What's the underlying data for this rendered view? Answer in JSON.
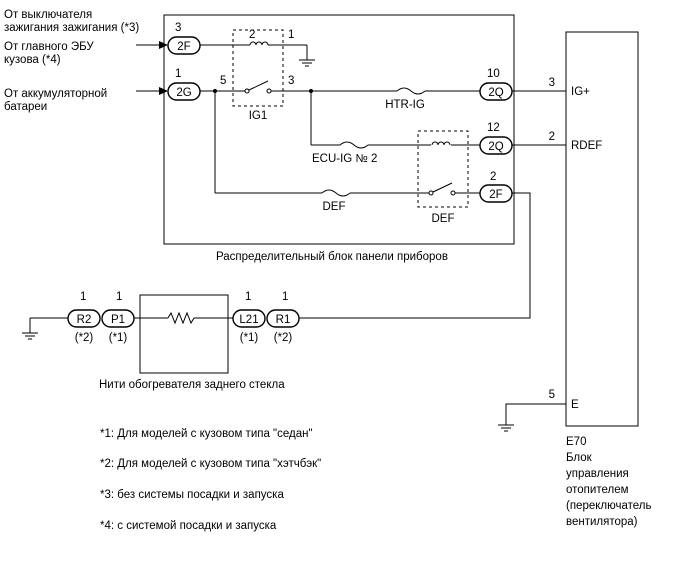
{
  "inputs": {
    "ignition_switch_line1": "От выключателя",
    "ignition_switch_line2": "зажигания зажигания (*3)",
    "main_body_ecu_line1": "От главного ЭБУ",
    "main_body_ecu_line2": "кузова (*4)",
    "battery_line1": "От аккумуляторной",
    "battery_line2": "батареи"
  },
  "junction_block": {
    "label": "Распределительный блок панели приборов",
    "relay_ig1": "IG1",
    "relay_def": "DEF",
    "fuse_htr": "HTR-IG",
    "fuse_ecu": "ECU-IG № 2",
    "fuse_def": "DEF"
  },
  "connectors": {
    "c_2f_top": {
      "name": "2F",
      "pin": "3"
    },
    "c_2g": {
      "name": "2G",
      "pin": "1"
    },
    "c_2q_top": {
      "name": "2Q",
      "pin": "10"
    },
    "c_2q_mid": {
      "name": "2Q",
      "pin": "12"
    },
    "c_2f_right": {
      "name": "2F",
      "pin": "2"
    },
    "c_r2": {
      "name": "R2",
      "pin": "1",
      "note": "(*2)"
    },
    "c_p1": {
      "name": "P1",
      "pin": "1",
      "note": "(*1)"
    },
    "c_l21": {
      "name": "L21",
      "pin": "1",
      "note": "(*1)"
    },
    "c_r1": {
      "name": "R1",
      "pin": "1",
      "note": "(*2)"
    }
  },
  "pins": {
    "ig1_coil_in": "2",
    "ig1_coil_out": "1",
    "ig1_sw_in": "5",
    "ig1_sw_out": "3"
  },
  "ecu": {
    "pin_igplus": "3",
    "label_igplus": "IG+",
    "pin_rdef": "2",
    "label_rdef": "RDEF",
    "pin_e": "5",
    "label_e": "E",
    "code": "E70",
    "name_line1": "Блок",
    "name_line2": "управления",
    "name_line3": "отопителем",
    "name_line4": "(переключатель",
    "name_line5": "вентилятора)"
  },
  "heater": {
    "label": "Нити обогревателя заднего стекла"
  },
  "notes": [
    "*1: Для моделей с кузовом типа \"седан\"",
    "*2: Для моделей с кузовом типа \"хэтчбэк\"",
    "*3: без системы посадки и запуска",
    "*4: с системой посадки и запуска"
  ]
}
